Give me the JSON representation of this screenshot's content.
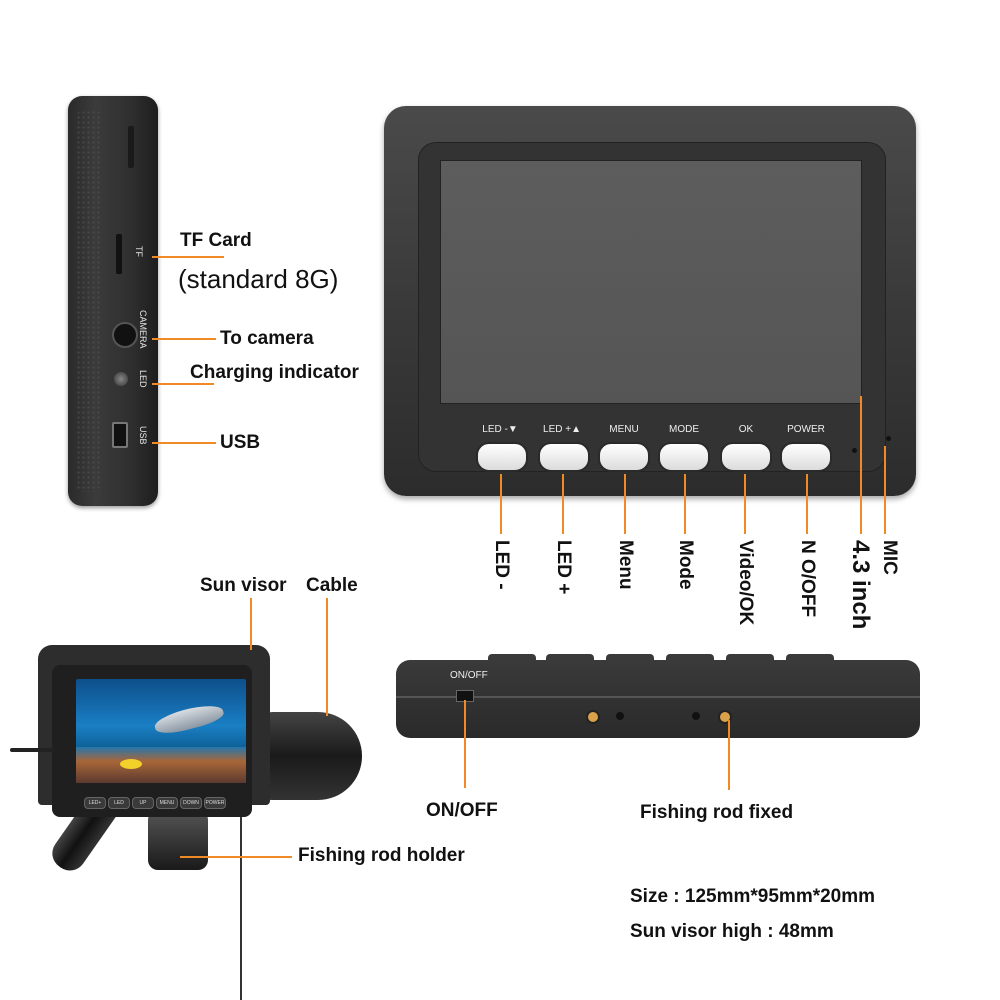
{
  "side_view": {
    "port_labels": [
      "TF",
      "CAMERA",
      "LED",
      "USB"
    ],
    "tf_card_label": "TF Card",
    "tf_card_note": "(standard 8G)",
    "camera_label": "To camera",
    "charging_label": "Charging indicator",
    "usb_label": "USB"
  },
  "front_view": {
    "buttons": [
      "LED -▼",
      "LED +▲",
      "MENU",
      "MODE",
      "OK",
      "POWER"
    ],
    "callouts": [
      "LED -",
      "LED +",
      "Menu",
      "Mode",
      "Video/OK",
      "N O/OFF",
      "4.3 inch",
      "MIC"
    ]
  },
  "bottom_view": {
    "switch_text": "ON/OFF",
    "onoff_label": "ON/OFF",
    "rod_fixed_label": "Fishing rod fixed"
  },
  "product_photo": {
    "sun_visor_label": "Sun visor",
    "cable_label": "Cable",
    "rod_holder_label": "Fishing rod holder",
    "mini_buttons": [
      "LED+",
      "LED",
      "UP",
      "MENU",
      "DOWN",
      "POWER"
    ]
  },
  "specs": {
    "size": "Size : 125mm*95mm*20mm",
    "visor_height": "Sun visor high : 48mm"
  },
  "colors": {
    "callout_line": "#f08a24",
    "device": "#333333"
  }
}
